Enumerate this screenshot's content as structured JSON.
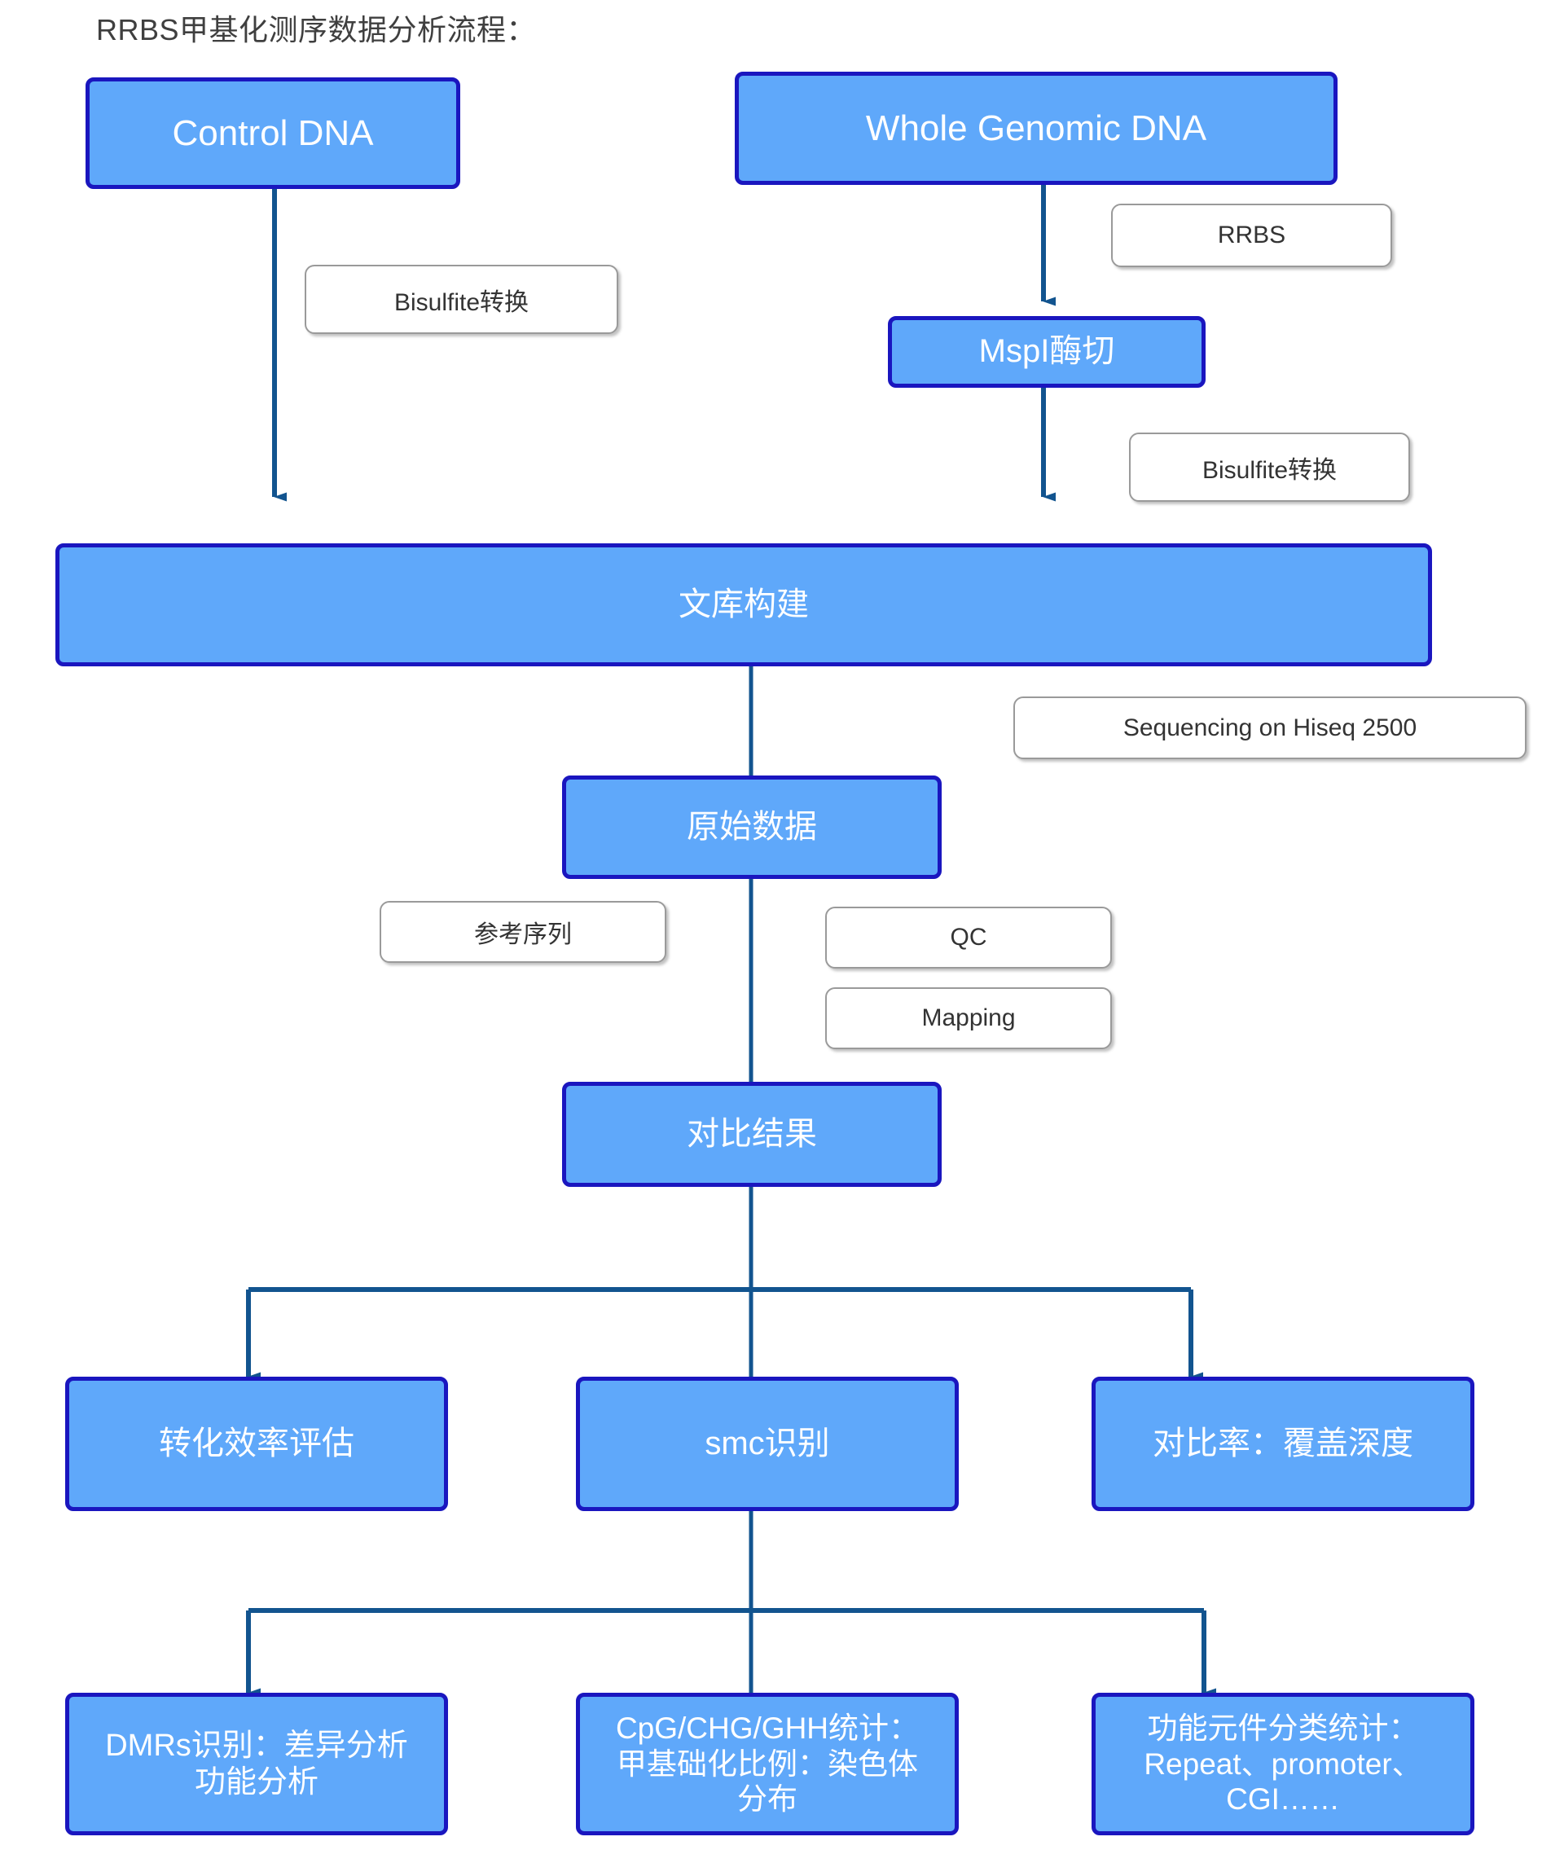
{
  "title": "RRBS甲基化测序数据分析流程：",
  "colors": {
    "node_fill": "#5fa8fa",
    "node_border": "#1a16bf",
    "node_text": "#ffffff",
    "callout_fill": "#ffffff",
    "callout_border": "#9a9a9a",
    "callout_text": "#333333",
    "connector": "#12548f",
    "title_text": "#3f3f3f",
    "page_background": "#ffffff"
  },
  "nodes": [
    {
      "id": "control-dna",
      "label": "Control DNA",
      "lines": [
        "Control DNA"
      ]
    },
    {
      "id": "whole-genomic-dna",
      "label": "Whole Genomic DNA",
      "lines": [
        "Whole Genomic DNA"
      ]
    },
    {
      "id": "mspi-digestion",
      "label": "MspI酶切",
      "lines": [
        "MspI酶切"
      ]
    },
    {
      "id": "library-construction",
      "label": "文库构建",
      "lines": [
        "文库构建"
      ]
    },
    {
      "id": "raw-data",
      "label": "原始数据",
      "lines": [
        "原始数据"
      ]
    },
    {
      "id": "alignment-result",
      "label": "对比结果",
      "lines": [
        "对比结果"
      ]
    },
    {
      "id": "conversion-efficiency",
      "label": "转化效率评估",
      "lines": [
        "转化效率评估"
      ]
    },
    {
      "id": "smc-identification",
      "label": "smc识别",
      "lines": [
        "smc识别"
      ]
    },
    {
      "id": "mapping-rate-depth",
      "label": "对比率：覆盖深度",
      "lines": [
        "对比率：覆盖深度"
      ]
    },
    {
      "id": "dmrs-identification",
      "label": "DMRs识别：差异分析 功能分析",
      "lines": [
        "DMRs识别：差异分析",
        "功能分析"
      ]
    },
    {
      "id": "cpg-statistics",
      "label": "CpG/CHG/GHH统计：甲基础化比例：染色体分布",
      "lines": [
        "CpG/CHG/GHH统计：",
        "甲基础化比例：染色体",
        "分布"
      ]
    },
    {
      "id": "functional-element-statistics",
      "label": "功能元件分类统计：Repeat、promoter、CGI……",
      "lines": [
        "功能元件分类统计：",
        "Repeat、promoter、",
        "CGI……"
      ]
    }
  ],
  "callouts": [
    {
      "id": "bisulfite-conversion-left",
      "label": "Bisulfite转换"
    },
    {
      "id": "rrbs",
      "label": "RRBS"
    },
    {
      "id": "bisulfite-conversion-right",
      "label": "Bisulfite转换"
    },
    {
      "id": "sequencing-hiseq",
      "label": "Sequencing on Hiseq 2500"
    },
    {
      "id": "reference-sequence",
      "label": "参考序列"
    },
    {
      "id": "qc",
      "label": "QC"
    },
    {
      "id": "mapping",
      "label": "Mapping"
    }
  ]
}
